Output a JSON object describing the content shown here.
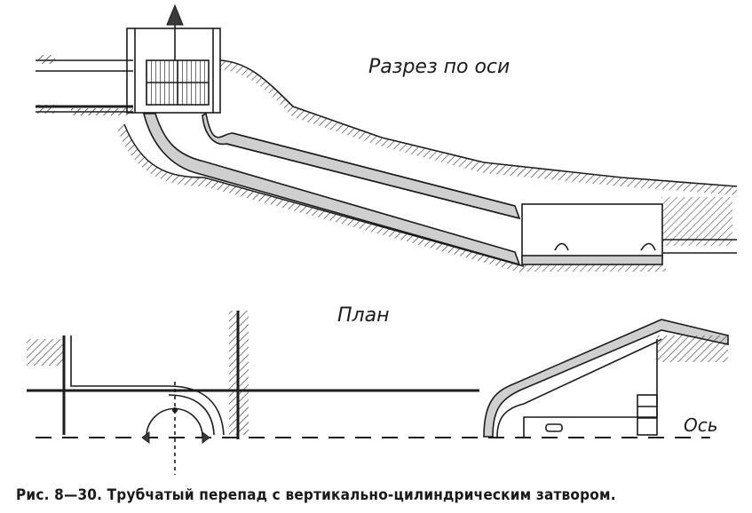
{
  "diagram": {
    "section_label": "Разрез по оси",
    "plan_label": "План",
    "axis_label": "Ось",
    "caption": "Рис. 8—30. Трубчатый перепад с вертикально-цилиндрическим затвором."
  },
  "colors": {
    "ink": "#1c1c1c",
    "concrete_fill": "#cfcfcf",
    "background": "#ffffff"
  }
}
